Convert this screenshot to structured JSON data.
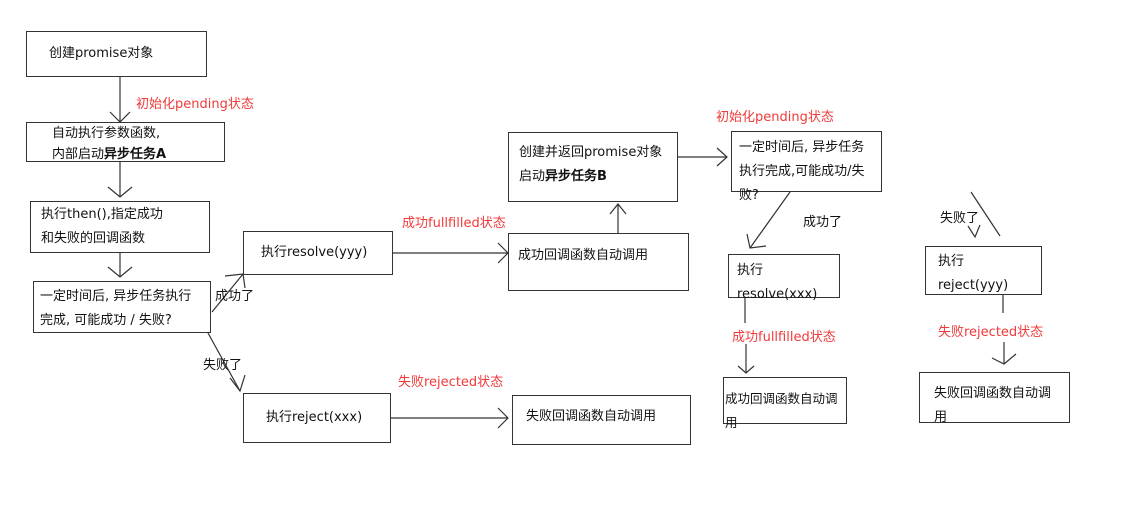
{
  "boxes": {
    "create_promise": "创建promise对象",
    "auto_exec_1": "自动执行参数函数,",
    "auto_exec_2_plain": "内部启动",
    "auto_exec_2_bold": "异步任务A",
    "then_1": "执行then(),指定成功",
    "then_2": "和失败的回调函数",
    "wait_1": "一定时间后, 异步任务执行",
    "wait_2": "完成, 可能成功 / 失败?",
    "resolve_yyy": "执行resolve(yyy)",
    "reject_xxx": "执行reject(xxx)",
    "success_cb_mid": "成功回调函数自动调用",
    "fail_cb_mid": "失败回调函数自动调用",
    "create_return_1": "创建并返回promise对象",
    "create_return_2_plain": "启动",
    "create_return_2_bold": "异步任务B",
    "wait_b_1": "一定时间后, 异步任务",
    "wait_b_2": "执行完成,可能成功/失败?",
    "resolve_xxx": "执行resolve(xxx)",
    "reject_yyy": "执行reject(yyy)",
    "success_cb_right": "成功回调函数自动调用",
    "fail_cb_right": "失败回调函数自动调用"
  },
  "labels": {
    "pending_1": "初始化pending状态",
    "fulfilled_1": "成功fullfilled状态",
    "rejected_1": "失败rejected状态",
    "pending_2": "初始化pending状态",
    "fulfilled_2": "成功fullfilled状态",
    "rejected_2": "失败rejected状态",
    "success_1": "成功了",
    "fail_1": "失败了",
    "success_2": "成功了",
    "fail_2": "失败了"
  },
  "colors": {
    "state_label": "#f03a3a",
    "line": "#333333"
  }
}
